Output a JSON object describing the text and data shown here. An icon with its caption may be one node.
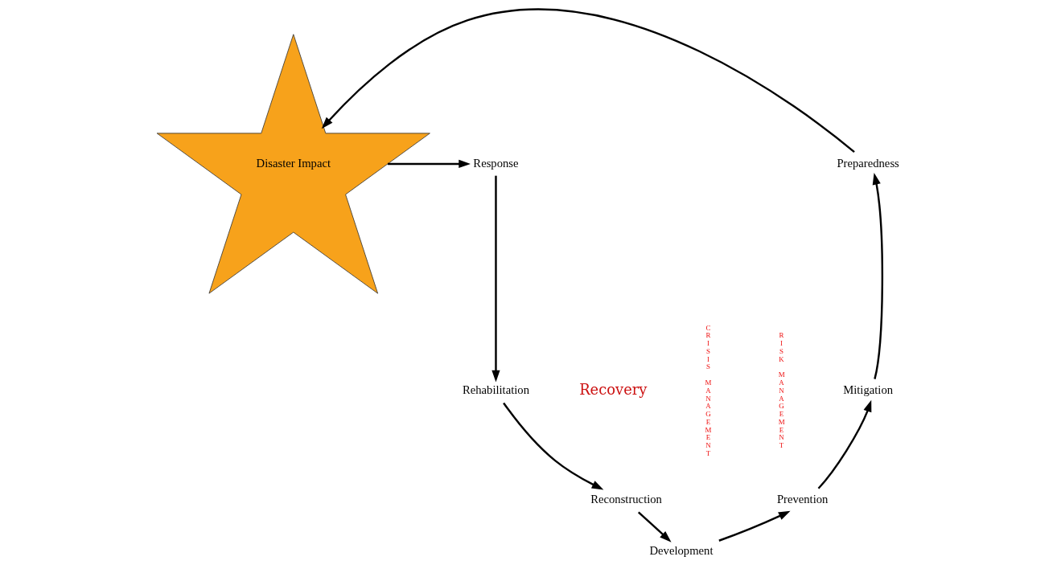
{
  "diagram": {
    "nodes": [
      {
        "text": [
          "Disaster Impact"
        ]
      },
      {
        "text": [
          "Response"
        ]
      },
      {
        "text": [
          "Rehabilitation"
        ]
      },
      {
        "text": [
          "Reconstruction"
        ]
      },
      {
        "text": [
          "Development"
        ]
      },
      {
        "text": [
          "Prevention"
        ]
      },
      {
        "text": [
          "Mitigation"
        ]
      },
      {
        "text": [
          "Preparedness"
        ]
      }
    ],
    "edges": [
      {
        "from": 0,
        "to": 1,
        "arrow": "to"
      },
      {
        "from": 1,
        "to": 2,
        "arrow": "to"
      },
      {
        "from": 2,
        "to": 3,
        "arrow": "to"
      },
      {
        "from": 3,
        "to": 4,
        "arrow": "to"
      },
      {
        "from": 4,
        "to": 5,
        "arrow": "to"
      },
      {
        "from": 5,
        "to": 6,
        "arrow": "to"
      },
      {
        "from": 6,
        "to": 7,
        "arrow": "to"
      },
      {
        "from": 7,
        "to": 0,
        "arrow": "to"
      }
    ],
    "labels": [
      "RISK MANAGEMENT",
      "CRISIS MANAGEMENT",
      "Recovery"
    ]
  }
}
